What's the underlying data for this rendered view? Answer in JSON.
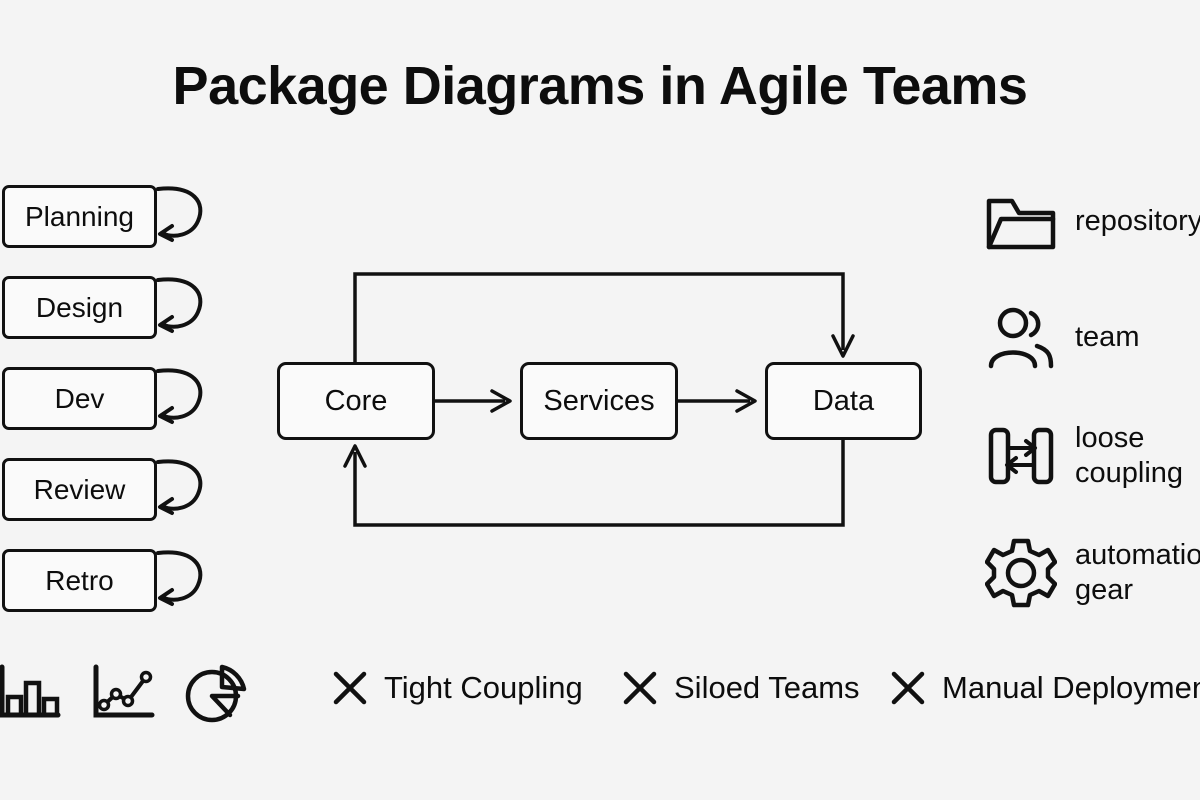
{
  "header": {
    "title": "Package Diagrams in Agile Teams"
  },
  "lifecycle": {
    "name": "agile-lifecycle-stages",
    "stages": [
      {
        "label": "Planning",
        "loop_icon": "self-loop-arrow-icon"
      },
      {
        "label": "Design",
        "loop_icon": "self-loop-arrow-icon"
      },
      {
        "label": "Dev",
        "loop_icon": "self-loop-arrow-icon"
      },
      {
        "label": "Review",
        "loop_icon": "self-loop-arrow-icon"
      },
      {
        "label": "Retro",
        "loop_icon": "self-loop-arrow-icon"
      }
    ]
  },
  "flow": {
    "name": "package-dependency-flow",
    "packages": [
      {
        "label": "Core"
      },
      {
        "label": "Services"
      },
      {
        "label": "Data"
      }
    ],
    "edges": [
      {
        "from": "Core",
        "to": "Services",
        "style": "straight-arrow"
      },
      {
        "from": "Services",
        "to": "Data",
        "style": "straight-arrow"
      },
      {
        "from": "Core",
        "to": "Data",
        "style": "top-routed-arrow"
      },
      {
        "from": "Data",
        "to": "Core",
        "style": "bottom-routed-arrow"
      }
    ]
  },
  "legend": {
    "name": "concept-legend",
    "items": [
      {
        "label": "repository",
        "icon": "folder-icon"
      },
      {
        "label": "team",
        "icon": "people-icon"
      },
      {
        "label": "loose coupling",
        "icon": "loose-coupling-icon"
      },
      {
        "label": "automation gear",
        "icon": "gear-icon"
      }
    ]
  },
  "bottom": {
    "name": "bottom-strip",
    "chart_icons": [
      {
        "icon": "bar-chart-icon"
      },
      {
        "icon": "line-chart-icon"
      },
      {
        "icon": "pie-chart-icon"
      }
    ],
    "antipatterns": [
      {
        "label": "Tight Coupling",
        "icon": "x-mark-icon"
      },
      {
        "label": "Siloed Teams",
        "icon": "x-mark-icon"
      },
      {
        "label": "Manual Deployment",
        "icon": "x-mark-icon"
      }
    ]
  },
  "colors": {
    "background": "#f4f4f4",
    "box_fill": "#fafafa",
    "stroke": "#111111",
    "text": "#0d0d0d"
  }
}
